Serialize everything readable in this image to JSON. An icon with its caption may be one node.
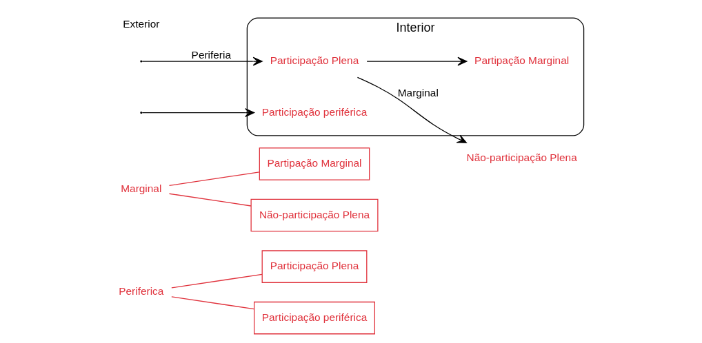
{
  "diagram": {
    "nodes": [
      {
        "text": [
          "Periferica"
        ]
      },
      {
        "text": [
          "Participação Plena"
        ]
      },
      {
        "text": [
          "Participação periférica"
        ]
      },
      {
        "text": [
          "Marginal"
        ]
      },
      {
        "text": [
          "Partipação Marginal"
        ]
      },
      {
        "text": [
          "Não-participação Plena"
        ]
      },
      {
        "text": [
          "Interior"
        ]
      },
      {
        "text": [
          "Partipação Marginal"
        ],
        "in": 6
      },
      {
        "text": [
          "Participação Plena"
        ],
        "in": 6
      },
      {
        "text": [
          "Participação periférica"
        ],
        "in": 6
      },
      {
        "text": [
          "Não-participação Plena"
        ]
      }
    ],
    "edges": [
      {
        "from": 0,
        "to": 1,
        "arrow": "none",
        "color": "#e0323c"
      },
      {
        "from": 0,
        "to": 2,
        "arrow": "none",
        "color": "#e0323c"
      },
      {
        "from": 3,
        "to": 4,
        "arrow": "none",
        "color": "#e0323c"
      },
      {
        "from": 3,
        "to": 5,
        "arrow": "none",
        "color": "#e0323c"
      },
      {
        "from": null,
        "to": 8,
        "arrow": "to",
        "label": "Periferia",
        "color": "#000000"
      },
      {
        "from": null,
        "to": 9,
        "arrow": "to",
        "color": "#000000"
      },
      {
        "from": 8,
        "to": 7,
        "arrow": "to",
        "color": "#000000"
      },
      {
        "from": 8,
        "to": 10,
        "arrow": "to",
        "label": "Marginal",
        "color": "#000000"
      }
    ],
    "labels": [
      "Exterior"
    ]
  }
}
